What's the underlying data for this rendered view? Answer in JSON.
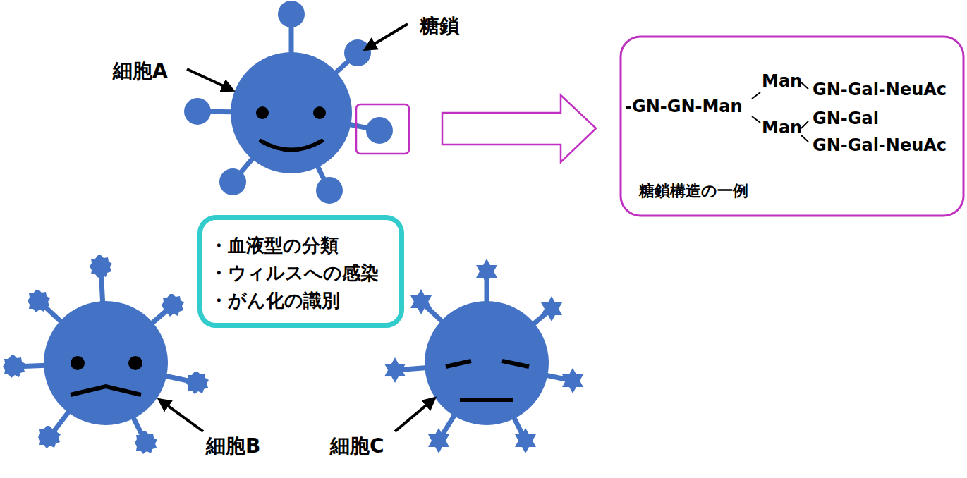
{
  "diagram": {
    "nodes": [
      {
        "text": [
          "・血液型の分類",
          "・ウィルスへの感染",
          "・がん化の識別"
        ]
      },
      {
        "text": [
          "-GN-GN-Man",
          "Man",
          "GN-Gal-NeuAc",
          "Man",
          "GN-Gal",
          "GN-Gal-NeuAc",
          "糖鎖構造の一例"
        ]
      }
    ],
    "labels": [
      "糖鎖",
      "細胞A",
      "細胞B",
      "細胞C"
    ]
  }
}
